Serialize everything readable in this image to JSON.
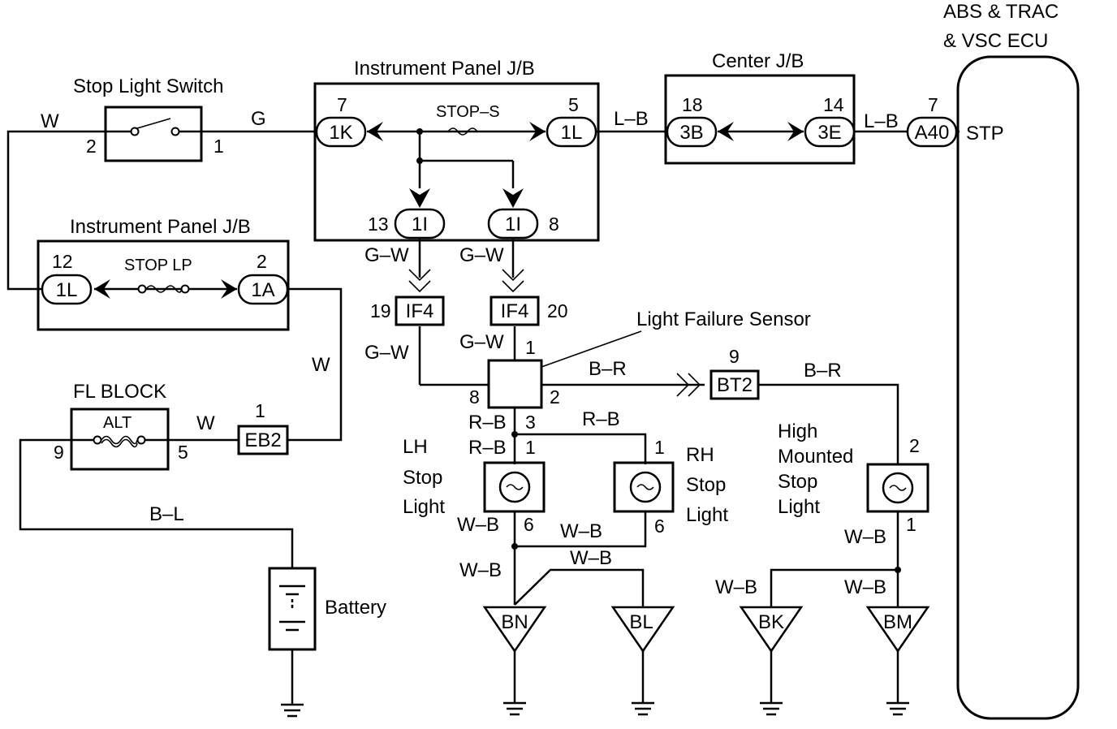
{
  "ecu": {
    "title_line1": "ABS & TRAC",
    "title_line2": "& VSC ECU",
    "terminal": "STP"
  },
  "stop_light_switch": {
    "title": "Stop Light Switch",
    "pin_left": "2",
    "pin_right": "1"
  },
  "ip_jb_top": {
    "title": "Instrument Panel J/B",
    "fuse": "STOP–S",
    "conn_left": "1K",
    "pin_left": "7",
    "conn_right": "1L",
    "pin_right": "5",
    "conn_bl": "1I",
    "pin_bl": "13",
    "conn_br": "1I",
    "pin_br": "8"
  },
  "ip_jb_left": {
    "title": "Instrument Panel J/B",
    "fuse": "STOP LP",
    "conn_left": "1L",
    "pin_left": "12",
    "conn_right": "1A",
    "pin_right": "2"
  },
  "center_jb": {
    "title": "Center J/B",
    "conn_left": "3B",
    "pin_left": "18",
    "conn_right": "3E",
    "pin_right": "14"
  },
  "ecu_conn": {
    "label": "A40",
    "pin": "7"
  },
  "fl_block": {
    "title": "FL BLOCK",
    "fuse": "ALT",
    "pin_left": "9",
    "pin_right": "5"
  },
  "eb2": {
    "label": "EB2",
    "pin": "1"
  },
  "if4_left": {
    "label": "IF4",
    "pin": "19"
  },
  "if4_right": {
    "label": "IF4",
    "pin": "20"
  },
  "lfs": {
    "title": "Light Failure Sensor",
    "pin1": "1",
    "pin2": "2",
    "pin3": "3",
    "pin8": "8"
  },
  "bt2": {
    "label": "BT2",
    "pin": "9"
  },
  "lamps": {
    "lh": {
      "line1": "LH",
      "line2": "Stop",
      "line3": "Light",
      "pin_top": "1",
      "pin_bottom": "6"
    },
    "rh": {
      "line1": "RH",
      "line2": "Stop",
      "line3": "Light",
      "pin_top": "1",
      "pin_bottom": "6"
    },
    "hm": {
      "line1": "High",
      "line2": "Mounted",
      "line3": "Stop",
      "line4": "Light",
      "pin_top": "2",
      "pin_bottom": "1"
    }
  },
  "grounds": {
    "bn": "BN",
    "bl": "BL",
    "bk": "BK",
    "bm": "BM"
  },
  "battery": {
    "label": "Battery"
  },
  "wire_colors": {
    "w_sw_left": "W",
    "g_sw_right": "G",
    "lb_ip_center": "L–B",
    "lb_center_ecu": "L–B",
    "gw_left_top": "G–W",
    "gw_right_top": "G–W",
    "gw_left_bottom": "G–W",
    "gw_right_bottom": "G–W",
    "w_vertical": "W",
    "w_fl_eb2": "W",
    "bl_battery": "B–L",
    "br_lfs": "B–R",
    "br_bt2": "B–R",
    "rb_lfs": "R–B",
    "rb_rh": "R–B",
    "rb_lh": "R–B",
    "wb_lh": "W–B",
    "wb_rh": "W–B",
    "wb_common": "W–B",
    "wb_bn": "W–B",
    "wb_hm": "W–B",
    "wb_bk": "W–B",
    "wb_bm": "W–B"
  }
}
